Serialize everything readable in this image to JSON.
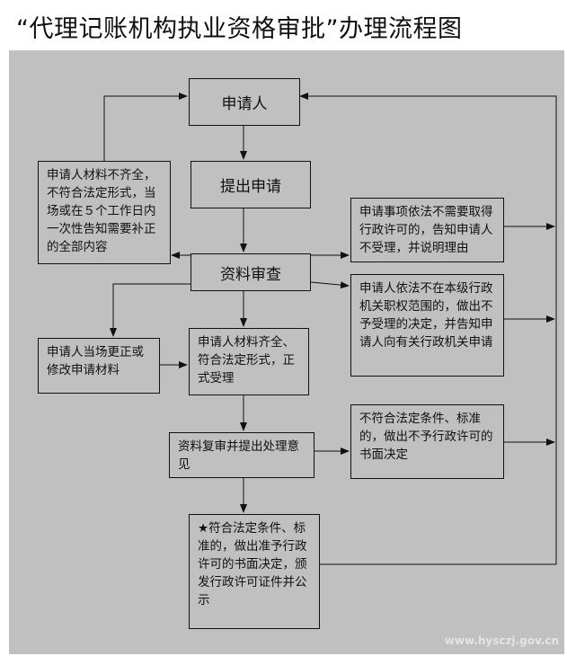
{
  "title": "“代理记账机构执业资格审批”办理流程图",
  "nodes": {
    "applicant": "申请人",
    "submit": "提出申请",
    "review": "资料审查",
    "incomplete": "申请人材料不齐全，不符合法定形式，当场或在５个工作日内一次性告知需要补正的全部内容",
    "correct": "申请人当场更正或修改申请材料",
    "accepted": "申请人材料齐全、符合法定形式，正式受理",
    "recheck": "资料复审并提出处理意见",
    "approve": "★符合法定条件、标准的，做出准予行政许可的书面决定，颁发行政许可证件并公示",
    "no_permit_needed": "申请事项依法不需要取得行政许可的，告知申请人不受理，并说明理由",
    "out_of_scope": "申请人依法不在本级行政机关职权范围的，做出不予受理的决定，并告知申请人向有关行政机关申请",
    "reject": "不符合法定条件、标准的，做出不予行政许可的书面决定"
  },
  "watermark": "www.hysczj.gov.cn"
}
